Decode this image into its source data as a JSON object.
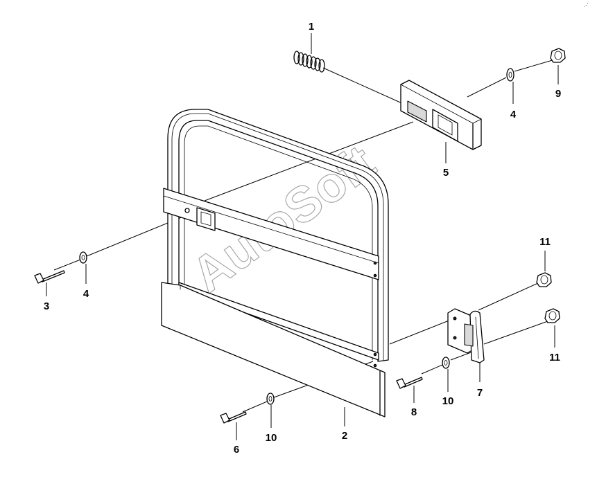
{
  "diagram": {
    "watermark": "AutoSoft",
    "corner_mark": ".-'",
    "callouts": [
      {
        "id": "c1",
        "label": "1"
      },
      {
        "id": "c9",
        "label": "9"
      },
      {
        "id": "c4a",
        "label": "4"
      },
      {
        "id": "c5",
        "label": "5"
      },
      {
        "id": "c3",
        "label": "3"
      },
      {
        "id": "c4b",
        "label": "4"
      },
      {
        "id": "c11a",
        "label": "11"
      },
      {
        "id": "c11b",
        "label": "11"
      },
      {
        "id": "c7",
        "label": "7"
      },
      {
        "id": "c8",
        "label": "8"
      },
      {
        "id": "c10a",
        "label": "10"
      },
      {
        "id": "c6",
        "label": "6"
      },
      {
        "id": "c10b",
        "label": "10"
      },
      {
        "id": "c2",
        "label": "2"
      }
    ]
  }
}
